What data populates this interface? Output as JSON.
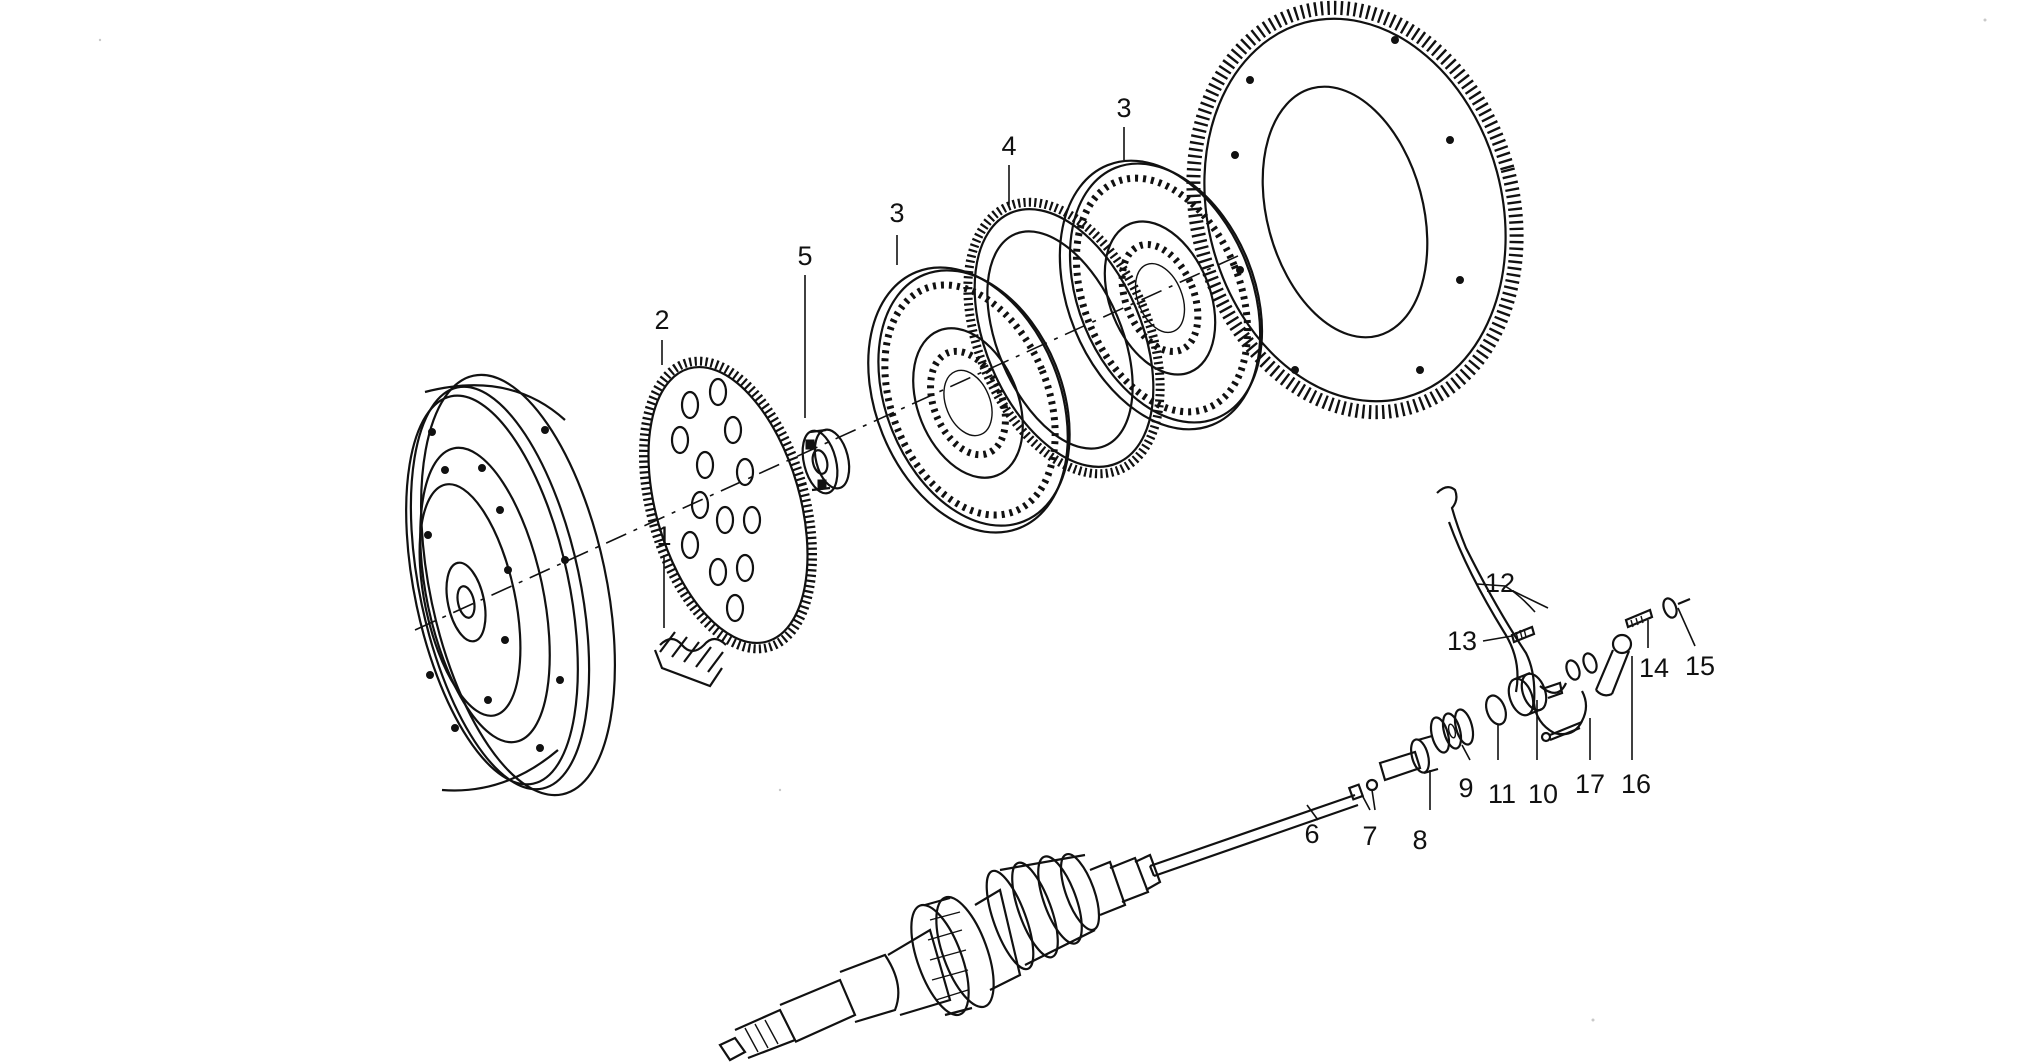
{
  "callouts": {
    "n1": "1",
    "n2": "2",
    "n3a": "3",
    "n3b": "3",
    "n4": "4",
    "n5": "5",
    "n6": "6",
    "n7": "7",
    "n8": "8",
    "n9": "9",
    "n10": "10",
    "n11": "11",
    "n12": "12",
    "n13": "13",
    "n14": "14",
    "n15": "15",
    "n16": "16",
    "n17": "17"
  }
}
